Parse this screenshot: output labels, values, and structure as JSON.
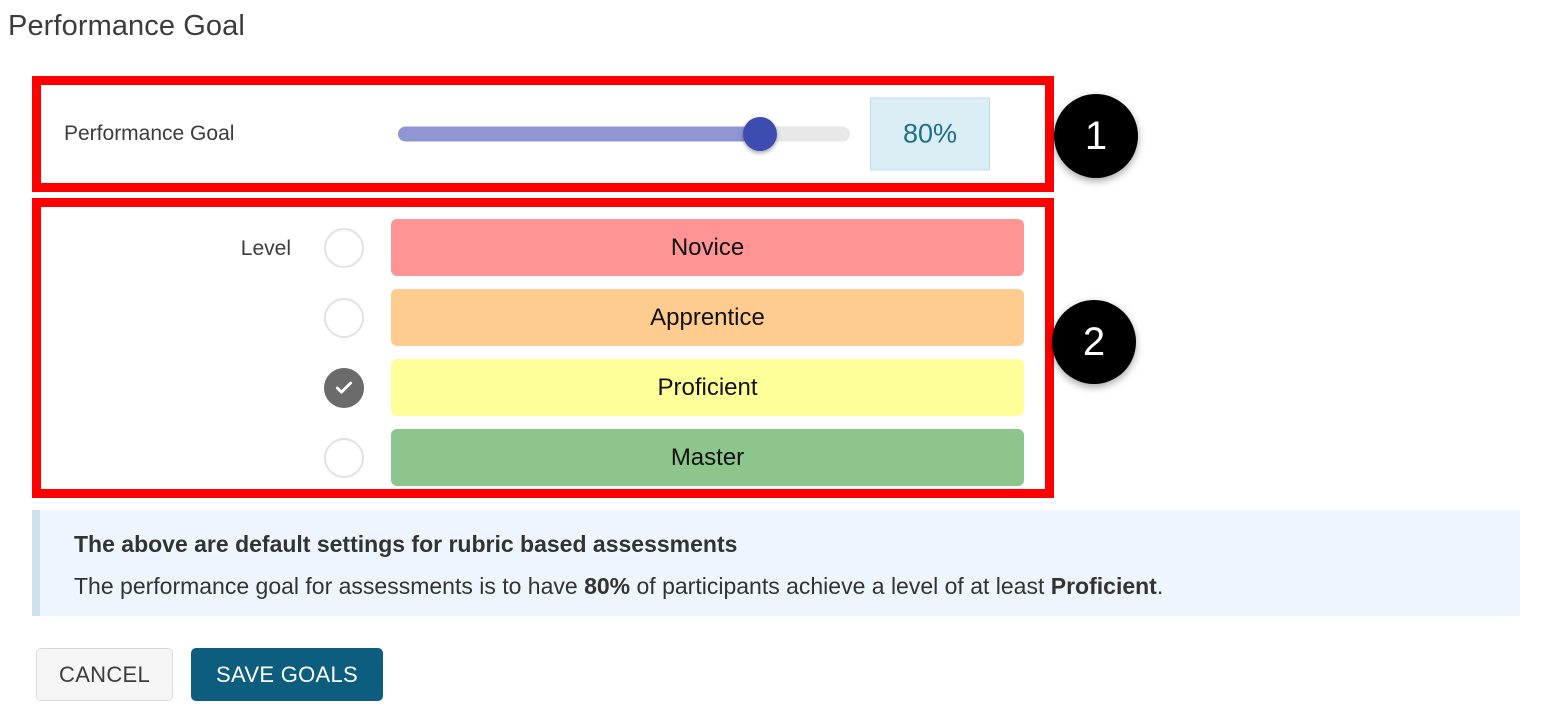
{
  "page": {
    "title": "Performance Goal"
  },
  "goal_section": {
    "label": "Performance Goal",
    "value_display": "80%",
    "value_percent": 80,
    "slider_min": 0,
    "slider_max": 100,
    "colors": {
      "fill": "#9096d4",
      "thumb": "#3d4cb0",
      "track": "#e8e8e8",
      "value_box_bg": "#dbedf5",
      "value_box_text": "#1d6f8c"
    }
  },
  "level_section": {
    "label": "Level",
    "selected": "Proficient",
    "options": [
      {
        "label": "Novice",
        "color": "#ff9494",
        "selected": false
      },
      {
        "label": "Apprentice",
        "color": "#ffcc90",
        "selected": false
      },
      {
        "label": "Proficient",
        "color": "#ffff99",
        "selected": true
      },
      {
        "label": "Master",
        "color": "#8cc68c",
        "selected": false
      }
    ]
  },
  "info_box": {
    "heading": "The above are default settings for rubric based assessments",
    "body_prefix": "The performance goal for assessments is to have ",
    "body_bold_1": "80%",
    "body_middle": " of participants achieve a level of at least ",
    "body_bold_2": "Proficient",
    "body_suffix": "."
  },
  "footer": {
    "cancel_label": "CANCEL",
    "save_label": "SAVE GOALS"
  },
  "callouts": [
    {
      "number": "1"
    },
    {
      "number": "2"
    }
  ],
  "annotation": {
    "box_color": "#ff0000"
  }
}
